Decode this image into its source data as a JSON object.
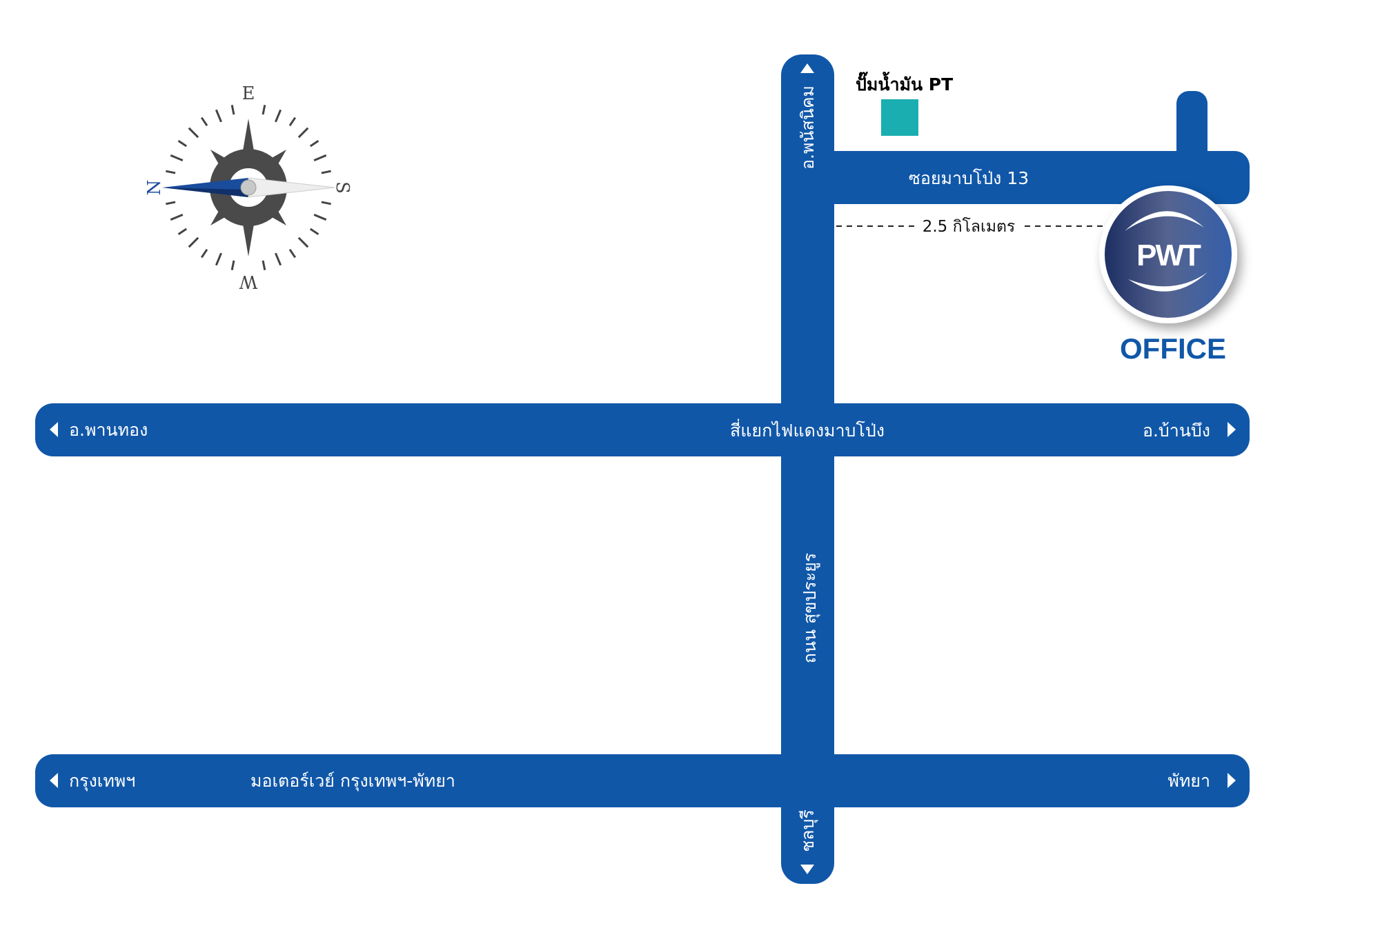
{
  "colors": {
    "road": "#1057a8",
    "station": "#1aaeb0",
    "logo_dark": "#1e2f63",
    "logo_light": "#3d60a6",
    "compass": "#4a4a4a",
    "north": "#1a4c9c"
  },
  "compass": {
    "e": "E",
    "s": "S",
    "w": "W",
    "n": "N"
  },
  "roads": {
    "vertical_top_label": "อ.พนัสนิคม",
    "vertical_main_label": "ถนน สุขประยูร",
    "vertical_bottom_label": "ชลบุรี",
    "soi_label": "ซอยมาบโป่ง 13",
    "distance_label": "2.5 กิโลเมตร",
    "main_left": "อ.พานทอง",
    "main_center": "สี่แยกไฟแดงมาบโป่ง",
    "main_right": "อ.บ้านบึง",
    "motorway_left": "กรุงเทพฯ",
    "motorway_name": "มอเตอร์เวย์ กรุงเทพฯ-พัทยา",
    "motorway_right": "พัทยา"
  },
  "landmarks": {
    "gas_station": "ปั๊มน้ำมัน PT"
  },
  "office": {
    "logo": "PWT",
    "label": "OFFICE"
  }
}
